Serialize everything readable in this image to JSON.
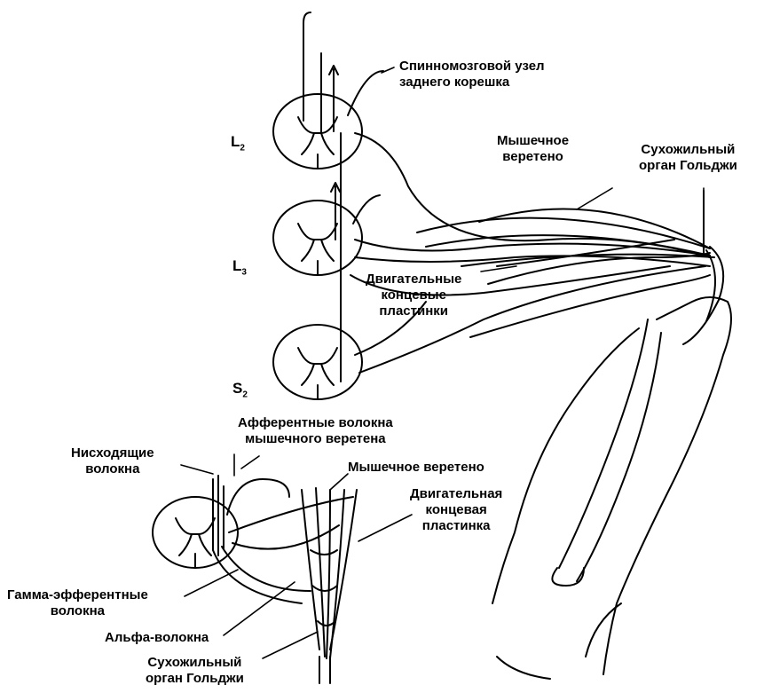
{
  "labels": {
    "ganglion": "Спинномозговой узел\nзаднего корешка",
    "spindle_top": "Мышечное\nверетено",
    "golgi_top": "Сухожильный\nорган Гольджи",
    "endplates": "Двигательные\nконцевые\nпластинки",
    "afferent": "Афферентные волокна\nмышечного веретена",
    "descending": "Нисходящие\nволокна",
    "spindle_bottom": "Мышечное веретено",
    "endplate_bottom": "Двигательная\nконцевая\nпластинка",
    "gamma": "Гамма-эфферентные\nволокна",
    "alpha": "Альфа-волокна",
    "golgi_bottom": "Сухожильный\nорган Гольджи"
  },
  "segments": {
    "l2": {
      "letter": "L",
      "num": "2"
    },
    "l3": {
      "letter": "L",
      "num": "3"
    },
    "s2": {
      "letter": "S",
      "num": "2"
    }
  }
}
